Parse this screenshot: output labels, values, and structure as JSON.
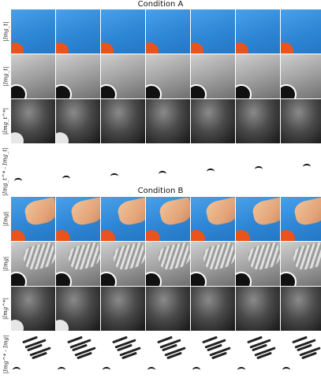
{
  "conditions": [
    {
      "title": "Condition A",
      "rows": [
        {
          "label": "|Img_t|",
          "kind": "rgb",
          "count": 7
        },
        {
          "label": "|Img_t|",
          "kind": "gray",
          "count": 7
        },
        {
          "label": "|Img_t^*|",
          "kind": "dark",
          "count": 7
        },
        {
          "label": "|Img_t^* - Img_t|",
          "kind": "diff",
          "count": 7
        }
      ]
    },
    {
      "title": "Condition B",
      "rows": [
        {
          "label": "|Img|",
          "kind": "rgb-hand",
          "count": 7
        },
        {
          "label": "|Img|",
          "kind": "gray-hand",
          "count": 7
        },
        {
          "label": "|Img^*|",
          "kind": "dark",
          "count": 7
        },
        {
          "label": "|Img^* - Img|",
          "kind": "diff-hand",
          "count": 7
        }
      ]
    }
  ]
}
